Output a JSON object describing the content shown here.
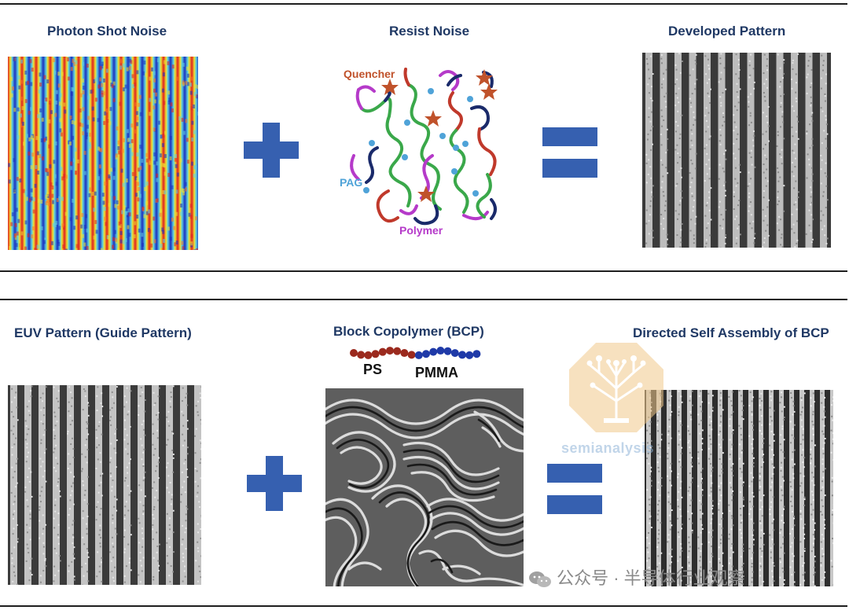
{
  "top": {
    "photon_title": "Photon Shot Noise",
    "resist_title": "Resist Noise",
    "developed_title": "Developed Pattern",
    "labels": {
      "quencher": "Quencher",
      "pag": "PAG",
      "polymer": "Polymer"
    },
    "colors": {
      "quencher": "#c0522b",
      "pag": "#4fa3d8",
      "polymer": "#b53ac9"
    }
  },
  "bottom": {
    "euv_title": "EUV Pattern (Guide Pattern)",
    "bcp_title": "Block Copolymer (BCP)",
    "dsa_title": "Directed Self Assembly of BCP",
    "ps_label": "PS",
    "pmma_label": "PMMA",
    "colors": {
      "ps": "#9b2a1e",
      "pmma": "#1f3aa8"
    }
  },
  "operators": {
    "plus_color": "#3660b0",
    "equals_color": "#3660b0"
  },
  "watermark": {
    "logo_text": "semianalysis",
    "channel_text": "公众号 · 半导体行业观察"
  },
  "colors": {
    "title_color": "#1f3864",
    "border": "#1e1e1e"
  }
}
